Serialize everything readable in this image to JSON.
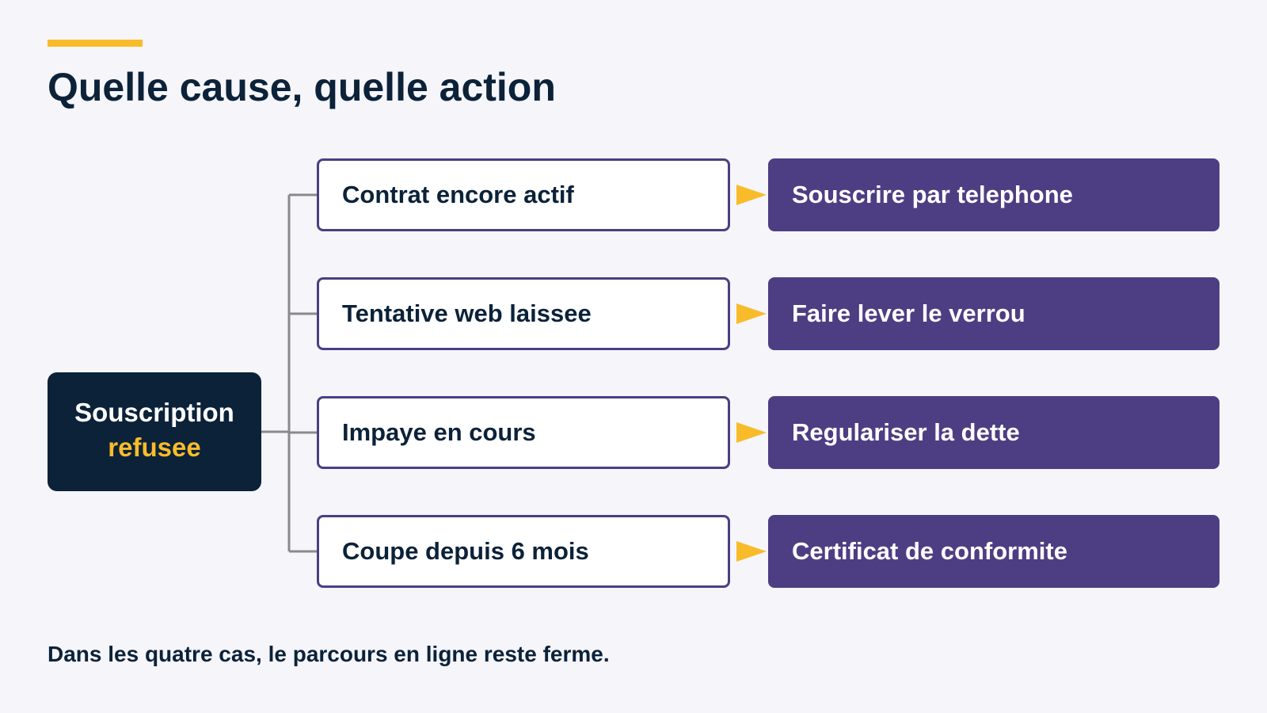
{
  "title": "Quelle cause, quelle action",
  "root": {
    "line1": "Souscription",
    "line2": "refusee"
  },
  "causes": [
    "Contrat encore actif",
    "Tentative web laissee",
    "Impaye en cours",
    "Coupe depuis 6 mois"
  ],
  "actions": [
    "Souscrire par telephone",
    "Faire lever le verrou",
    "Regulariser la dette",
    "Certificat de conformite"
  ],
  "footer": "Dans les quatre cas, le parcours en ligne reste ferme.",
  "colors": {
    "background": "#F5F5FA",
    "navy": "#0B2239",
    "accent_yellow": "#F8BC2B",
    "purple": "#4D3E83",
    "connector_gray": "#8A8A8A"
  }
}
